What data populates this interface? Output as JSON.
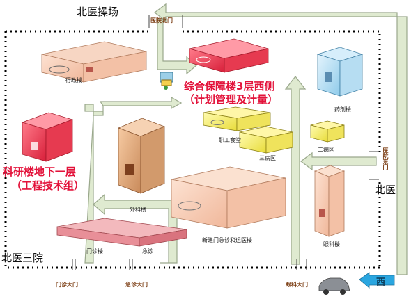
{
  "areas": {
    "top": "北医操场",
    "left": "北医三院",
    "right": "北医"
  },
  "west_arrow_label": "西",
  "gates": {
    "north_work_gate": "医院北门",
    "outpatient_gate": "门诊大门",
    "emergency_gate": "急诊大门",
    "eye_gate": "眼科大门",
    "east_gate": "医院东门"
  },
  "buildings": {
    "admin": "行政楼",
    "pharmacy": "药剂楼",
    "canteen": "职工食堂",
    "ward3": "三病区",
    "ward2": "二病区",
    "surgery": "外科楼",
    "outpatient": "门诊楼",
    "emergency": "急诊",
    "new_building": "新建门急诊和运医楼",
    "eye": "眼科楼"
  },
  "destinations": {
    "logistics_line1": "综合保障楼3层西侧",
    "logistics_line2": "（计划管理及计量）",
    "research_line1": "科研楼地下一层",
    "research_line2": "（工程技术组）"
  },
  "colors": {
    "highlight": "#e3123a",
    "arrow_fill": "#dfead0",
    "arrow_stroke": "#9aa88c",
    "blue_arrow": "#2aa6e0",
    "boundary": "#000000"
  }
}
